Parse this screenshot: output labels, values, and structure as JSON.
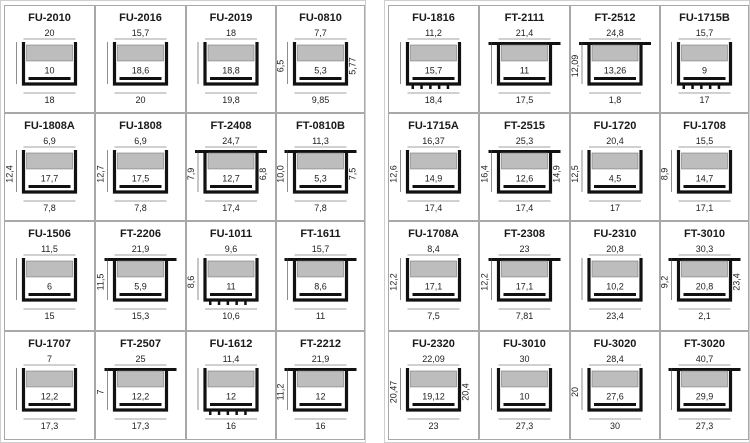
{
  "colors": {
    "divider": "#c8c8c8",
    "cell_border": "#a8a8a8",
    "profile": "#111111",
    "diffuser": "#bdbdbd",
    "led": "#e8e8e8"
  },
  "left_panel": {
    "cells": [
      {
        "model": "FU-2010",
        "dims": [
          "20",
          "10",
          "18"
        ]
      },
      {
        "model": "FU-2016",
        "dims": [
          "15,7",
          "18,6",
          "20"
        ]
      },
      {
        "model": "FU-2019",
        "dims": [
          "18",
          "18,8",
          "19,8"
        ]
      },
      {
        "model": "FU-0810",
        "dims": [
          "7,7",
          "6,5",
          "5,3",
          "5,77",
          "9,85"
        ]
      },
      {
        "model": "FU-1808A",
        "dims": [
          "6,9",
          "12,4",
          "17,7",
          "7,8"
        ]
      },
      {
        "model": "FU-1808",
        "dims": [
          "6,9",
          "12,7",
          "17,5",
          "7,8"
        ]
      },
      {
        "model": "FT-2408",
        "dims": [
          "24,7",
          "7,9",
          "12,7",
          "6,8",
          "17,4"
        ]
      },
      {
        "model": "FT-0810B",
        "dims": [
          "11,3",
          "10,0",
          "5,3",
          "7,5",
          "7,8"
        ]
      },
      {
        "model": "FU-1506",
        "dims": [
          "11,5",
          "6",
          "15"
        ]
      },
      {
        "model": "FT-2206",
        "dims": [
          "21,9",
          "11,5",
          "5,9",
          "15,3"
        ]
      },
      {
        "model": "FU-1011",
        "dims": [
          "9,6",
          "8,6",
          "11",
          "10,6"
        ]
      },
      {
        "model": "FT-1611",
        "dims": [
          "15,7",
          "8,6",
          "11"
        ]
      },
      {
        "model": "FU-1707",
        "dims": [
          "7",
          "12,2",
          "17,3"
        ]
      },
      {
        "model": "FT-2507",
        "dims": [
          "25",
          "7",
          "12,2",
          "17,3"
        ]
      },
      {
        "model": "FU-1612",
        "dims": [
          "11,4",
          "12",
          "16"
        ]
      },
      {
        "model": "FT-2212",
        "dims": [
          "21,9",
          "11,2",
          "12",
          "16"
        ]
      }
    ]
  },
  "right_panel": {
    "cells": [
      {
        "model": "FU-1816",
        "dims": [
          "11,2",
          "15,7",
          "18,4"
        ]
      },
      {
        "model": "FT-2111",
        "dims": [
          "21,4",
          "11",
          "17,5"
        ]
      },
      {
        "model": "FT-2512",
        "dims": [
          "24,8",
          "12,09",
          "13,26",
          "1,8"
        ]
      },
      {
        "model": "FU-1715B",
        "dims": [
          "15,7",
          "9",
          "17"
        ]
      },
      {
        "model": "FU-1715A",
        "dims": [
          "16,37",
          "12,6",
          "14,9",
          "17,4"
        ]
      },
      {
        "model": "FT-2515",
        "dims": [
          "25,3",
          "16,4",
          "12,6",
          "14,9",
          "17,4"
        ]
      },
      {
        "model": "FU-1720",
        "dims": [
          "20,4",
          "12,5",
          "4,5",
          "17"
        ]
      },
      {
        "model": "FU-1708",
        "dims": [
          "15,5",
          "8,9",
          "14,7",
          "17,1"
        ]
      },
      {
        "model": "FU-1708A",
        "dims": [
          "8,4",
          "12,2",
          "17,1",
          "7,5"
        ]
      },
      {
        "model": "FT-2308",
        "dims": [
          "23",
          "12,2",
          "17,1",
          "7,81"
        ]
      },
      {
        "model": "FU-2310",
        "dims": [
          "20,8",
          "10,2",
          "23,4"
        ]
      },
      {
        "model": "FT-3010",
        "dims": [
          "30,3",
          "9,2",
          "20,8",
          "23,4",
          "2,1"
        ]
      },
      {
        "model": "FU-2320",
        "dims": [
          "22,09",
          "20,47",
          "19,12",
          "20,4",
          "23"
        ]
      },
      {
        "model": "FU-3010",
        "dims": [
          "30",
          "10",
          "27,3"
        ]
      },
      {
        "model": "FU-3020",
        "dims": [
          "28,4",
          "20",
          "27,6",
          "30"
        ]
      },
      {
        "model": "FT-3020",
        "dims": [
          "40,7",
          "29,9",
          "27,3"
        ]
      }
    ]
  }
}
